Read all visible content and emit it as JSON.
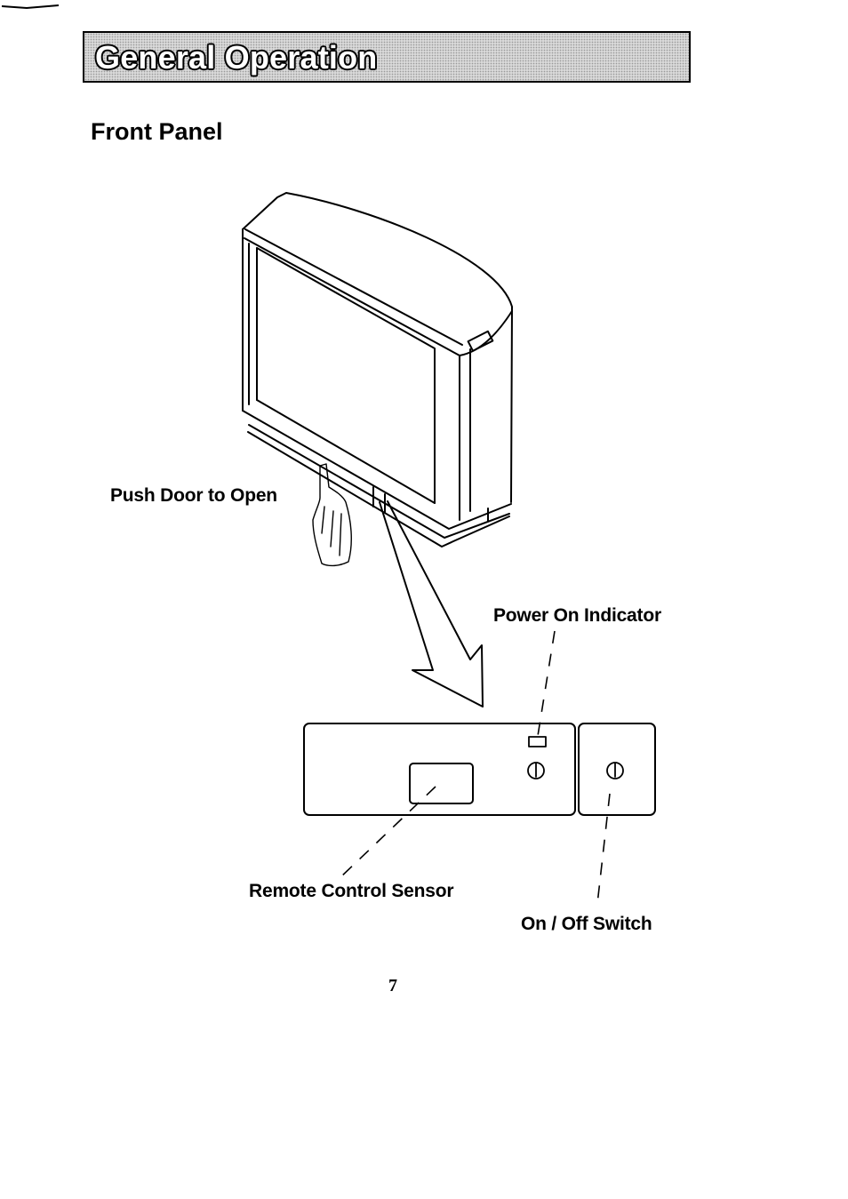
{
  "header": {
    "title": "General Operation"
  },
  "section": {
    "title": "Front Panel"
  },
  "callouts": {
    "push_door": "Push Door to Open",
    "power_indicator": "Power On Indicator",
    "remote_sensor": "Remote Control Sensor",
    "on_off_switch": "On / Off Switch"
  },
  "icons": [
    "power-symbol-icon",
    "power-switch-icon",
    "pointing-hand-icon"
  ],
  "page": {
    "number": "7"
  }
}
